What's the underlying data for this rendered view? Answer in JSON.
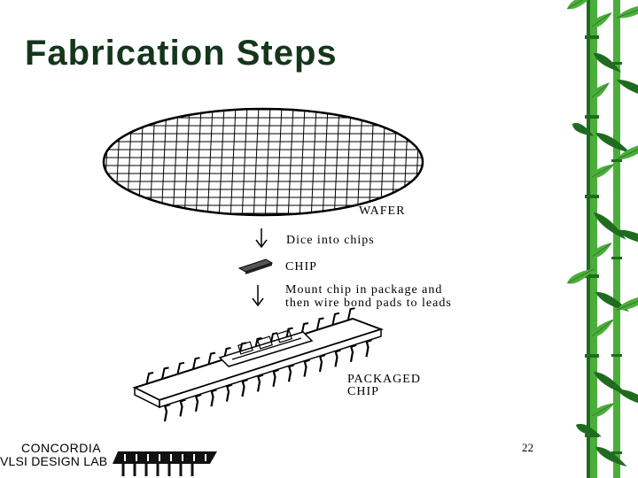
{
  "slide": {
    "title": "Fabrication Steps",
    "page_number": "22"
  },
  "diagram": {
    "wafer_label": "WAFER",
    "step1_label": "Dice into chips",
    "chip_label": "CHIP",
    "step2_line1": "Mount chip in package and",
    "step2_line2": "then wire bond pads to leads",
    "packaged_line1": "PACKAGED",
    "packaged_line2": "CHIP"
  },
  "footer": {
    "logo_line1": "CONCORDIA",
    "logo_line2": "VLSI DESIGN LAB"
  },
  "colors": {
    "title": "#14361a",
    "bamboo_dark": "#1f6b1f",
    "bamboo_light": "#4cae3a"
  }
}
